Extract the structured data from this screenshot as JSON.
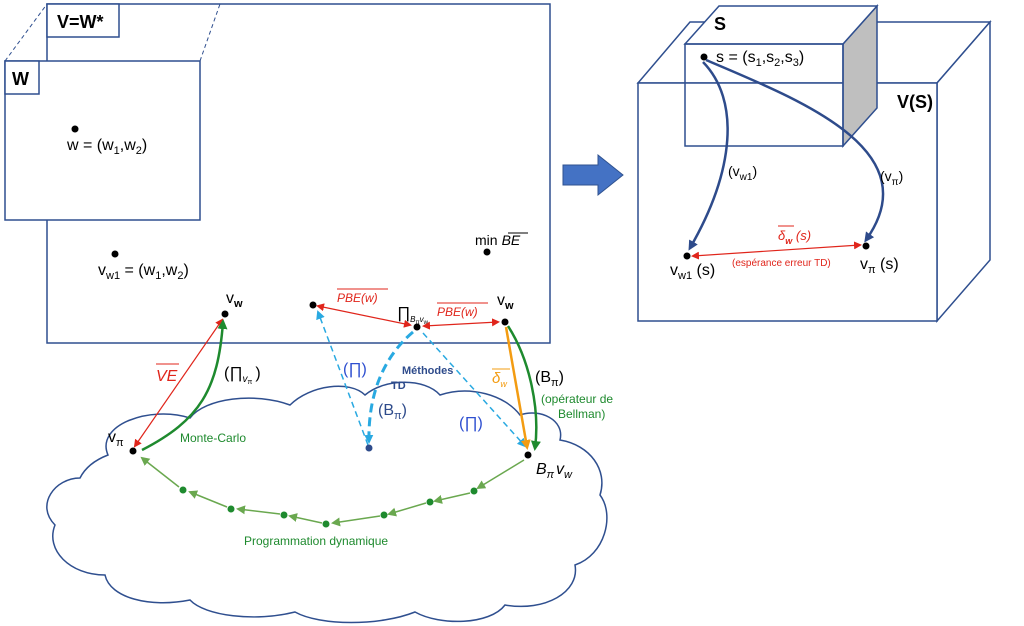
{
  "colors": {
    "box": "#2f4f8f",
    "cloud": "#2f4f8f",
    "red": "#e0251b",
    "green": "#1e8a2e",
    "lightgreen": "#6aa84f",
    "cyan": "#29a9e1",
    "orange": "#f39c12",
    "navy": "#2e4b8b",
    "bigarrow": "#4472c4"
  },
  "left": {
    "outer_box_label": "V=W*",
    "inner_box_label": "W",
    "w_point_label": "w = (w",
    "w_point_sub1": "1",
    "w_point_mid": ",w",
    "w_point_sub2": "2",
    "w_point_end": ")",
    "vw1_label": "v",
    "vw1_sub": "w1",
    "vw1_rest": " = (w",
    "vw1_sub_a": "1",
    "vw1_mid": ",w",
    "vw1_sub_b": "2",
    "vw1_end": ")",
    "min_be_prefix": "min",
    "min_be_term": "BE",
    "vw_label": "v",
    "vw_sub": "w",
    "vw2_label": "v",
    "vw2_sub": "w",
    "pbe_left": "PBE(w)",
    "pbe_right": "PBE(w)",
    "proj_symbol": "∏",
    "proj_sub": "B",
    "proj_sub_pi": "π",
    "proj_sub_v": "v",
    "proj_sub_w": "w",
    "ve_label": "VE",
    "pi_proj_label": "(∏",
    "pi_proj_sub_v": "v",
    "pi_proj_sub_pi": "π",
    "pi_proj_close": ")",
    "monte_carlo": "Monte-Carlo",
    "vpi_label": "v",
    "vpi_sub": "π",
    "pi_paren_left": "(∏)",
    "pi_paren_right": "(∏)",
    "methodes": "Méthodes",
    "td": "TD",
    "bpi_mid": "(B",
    "bpi_mid_sub": "π",
    "bpi_mid_close": ")",
    "delta_w": "δ",
    "delta_w_sub": "w",
    "bpi_right": "(B",
    "bpi_right_sub": "π",
    "bpi_right_close": ")",
    "bellman_1": "(opérateur de",
    "bellman_2": "Bellman)",
    "bpivw_B": "B",
    "bpivw_pi": "π",
    "bpivw_v": "v",
    "bpivw_w": "w",
    "prog_dyn": "Programmation dynamique"
  },
  "right": {
    "s_box_label": "S",
    "vs_box_label": "V(S)",
    "s_point_label": "s = (s",
    "s_sub1": "1",
    "s_comma1": ",s",
    "s_sub2": "2",
    "s_comma2": ",s",
    "s_sub3": "3",
    "s_end": ")",
    "vw1_arrow_label": "(v",
    "vw1_arrow_sub": "w1",
    "vw1_arrow_close": ")",
    "vpi_arrow_label": "(v",
    "vpi_arrow_sub": "π",
    "vpi_arrow_close": ")",
    "delta_label": "δ",
    "delta_sub": "w",
    "delta_arg": " (s)",
    "td_error": "(espérance erreur TD)",
    "vw1s": "v",
    "vw1s_sub": "w1",
    "vw1s_arg": " (s)",
    "vpis": "v",
    "vpis_sub": "π",
    "vpis_arg": " (s)"
  }
}
